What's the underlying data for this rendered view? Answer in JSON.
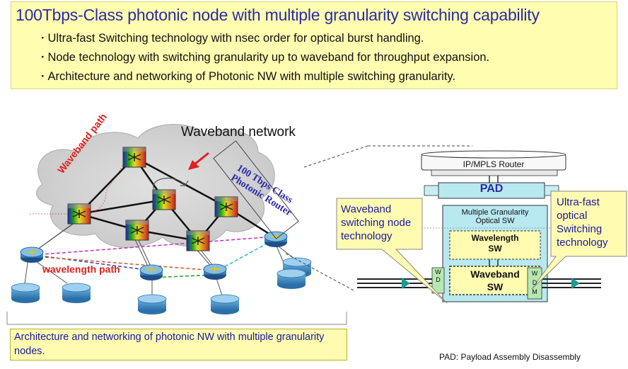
{
  "header": {
    "title": "100Tbps-Class photonic node with multiple granularity switching capability",
    "bullets": [
      "Ultra-fast Switching technology with nsec order for optical burst handling.",
      "Node technology with switching granularity up to waveband for throughput expansion.",
      "Architecture and networking of Photonic NW with multiple switching granularity."
    ]
  },
  "network": {
    "waveband_network": "Waveband network",
    "waveband_path": "Waveband path",
    "wavelength_path": "wavelength path",
    "router_label": "100 Tbps Class Photonic Router"
  },
  "node": {
    "ip_router": "IP/MPLS Router",
    "pad": "PAD",
    "mg_sw": "Multiple Granularity\nOptical SW",
    "wavelength_sw": "Wavelength\nSW",
    "waveband_sw": "Waveband\nSW",
    "wdm_left": "W\nD",
    "wdm_right": "W\nD\nM"
  },
  "callouts": {
    "waveband_switching": "Waveband\nswitching node\ntechnology",
    "ultrafast": "Ultra-fast\noptical\nSwitching\ntechnology"
  },
  "bottom_caption": "Architecture and networking of photonic NW with multiple granularity nodes.",
  "pad_note": "PAD: Payload Assembly Disassembly",
  "colors": {
    "title": "#2a2aa8",
    "header_bg": "#fffdb0",
    "callout_bg": "#fffbb0",
    "red_label": "#e02020"
  }
}
